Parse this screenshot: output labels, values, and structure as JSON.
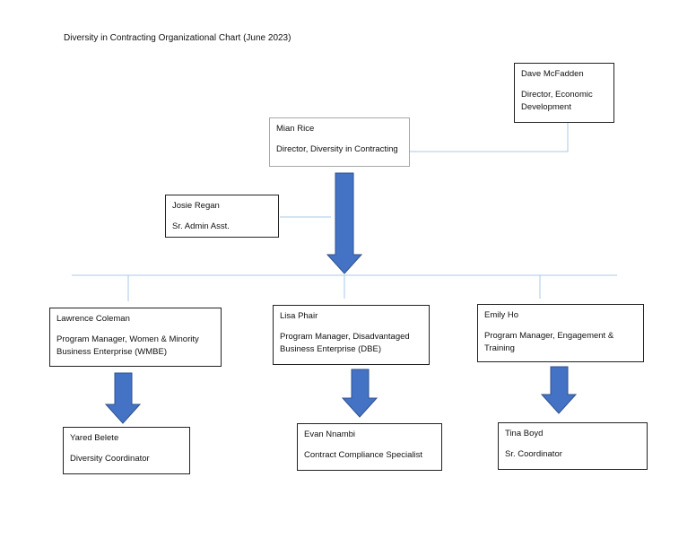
{
  "title": "Diversity in Contracting Organizational Chart (June 2023)",
  "nodes": {
    "dave": {
      "name": "Dave McFadden",
      "role": "Director, Economic Development"
    },
    "mian": {
      "name": "Mian Rice",
      "role": "Director, Diversity in Contracting"
    },
    "josie": {
      "name": "Josie Regan",
      "role": "Sr. Admin Asst."
    },
    "lawrence": {
      "name": "Lawrence Coleman",
      "role": "Program Manager, Women & Minority Business Enterprise (WMBE)"
    },
    "lisa": {
      "name": "Lisa Phair",
      "role": "Program Manager, Disadvantaged Business Enterprise (DBE)"
    },
    "emily": {
      "name": "Emily Ho",
      "role": "Program Manager, Engagement & Training"
    },
    "yared": {
      "name": "Yared Belete",
      "role": "Diversity Coordinator"
    },
    "evan": {
      "name": "Evan Nnambi",
      "role": "Contract Compliance Specialist"
    },
    "tina": {
      "name": "Tina Boyd",
      "role": "Sr. Coordinator"
    }
  },
  "colors": {
    "arrow_fill": "#4472c4",
    "arrow_stroke": "#2f528f",
    "connector": "#9dc3e6"
  }
}
